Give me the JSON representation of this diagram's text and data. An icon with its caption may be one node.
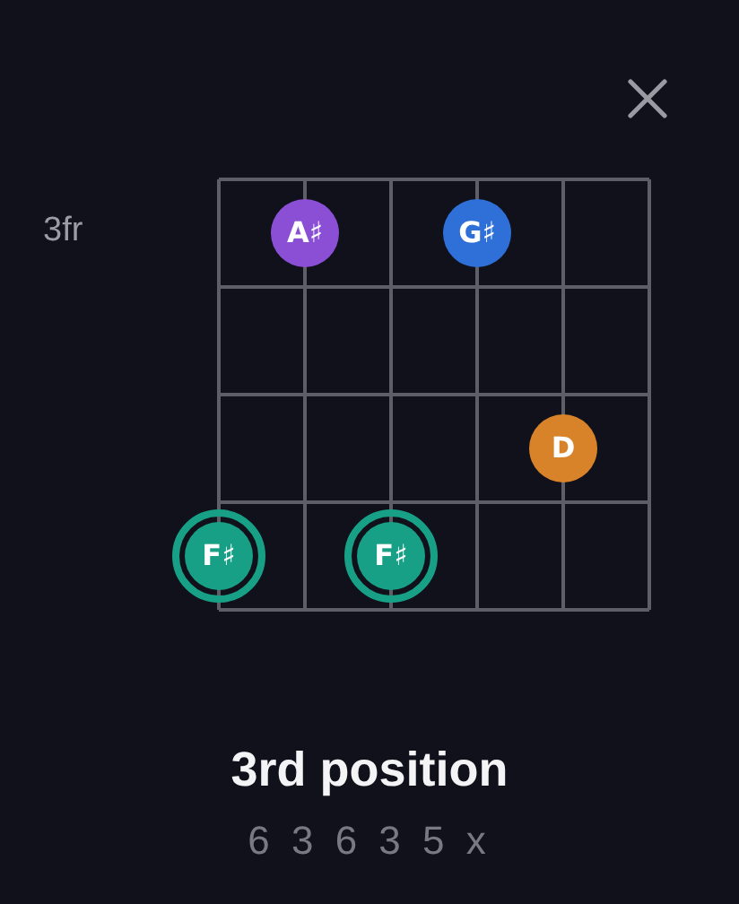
{
  "diagram": {
    "title": "3rd position",
    "nodes": [
      {
        "text": [
          "A♯"
        ]
      },
      {
        "text": [
          "G♯"
        ]
      },
      {
        "text": [
          "D"
        ]
      },
      {
        "text": [
          "F♯"
        ]
      },
      {
        "text": [
          "F♯"
        ]
      }
    ],
    "labels": [
      "3fr",
      "6 3 6 3 5 x"
    ]
  }
}
